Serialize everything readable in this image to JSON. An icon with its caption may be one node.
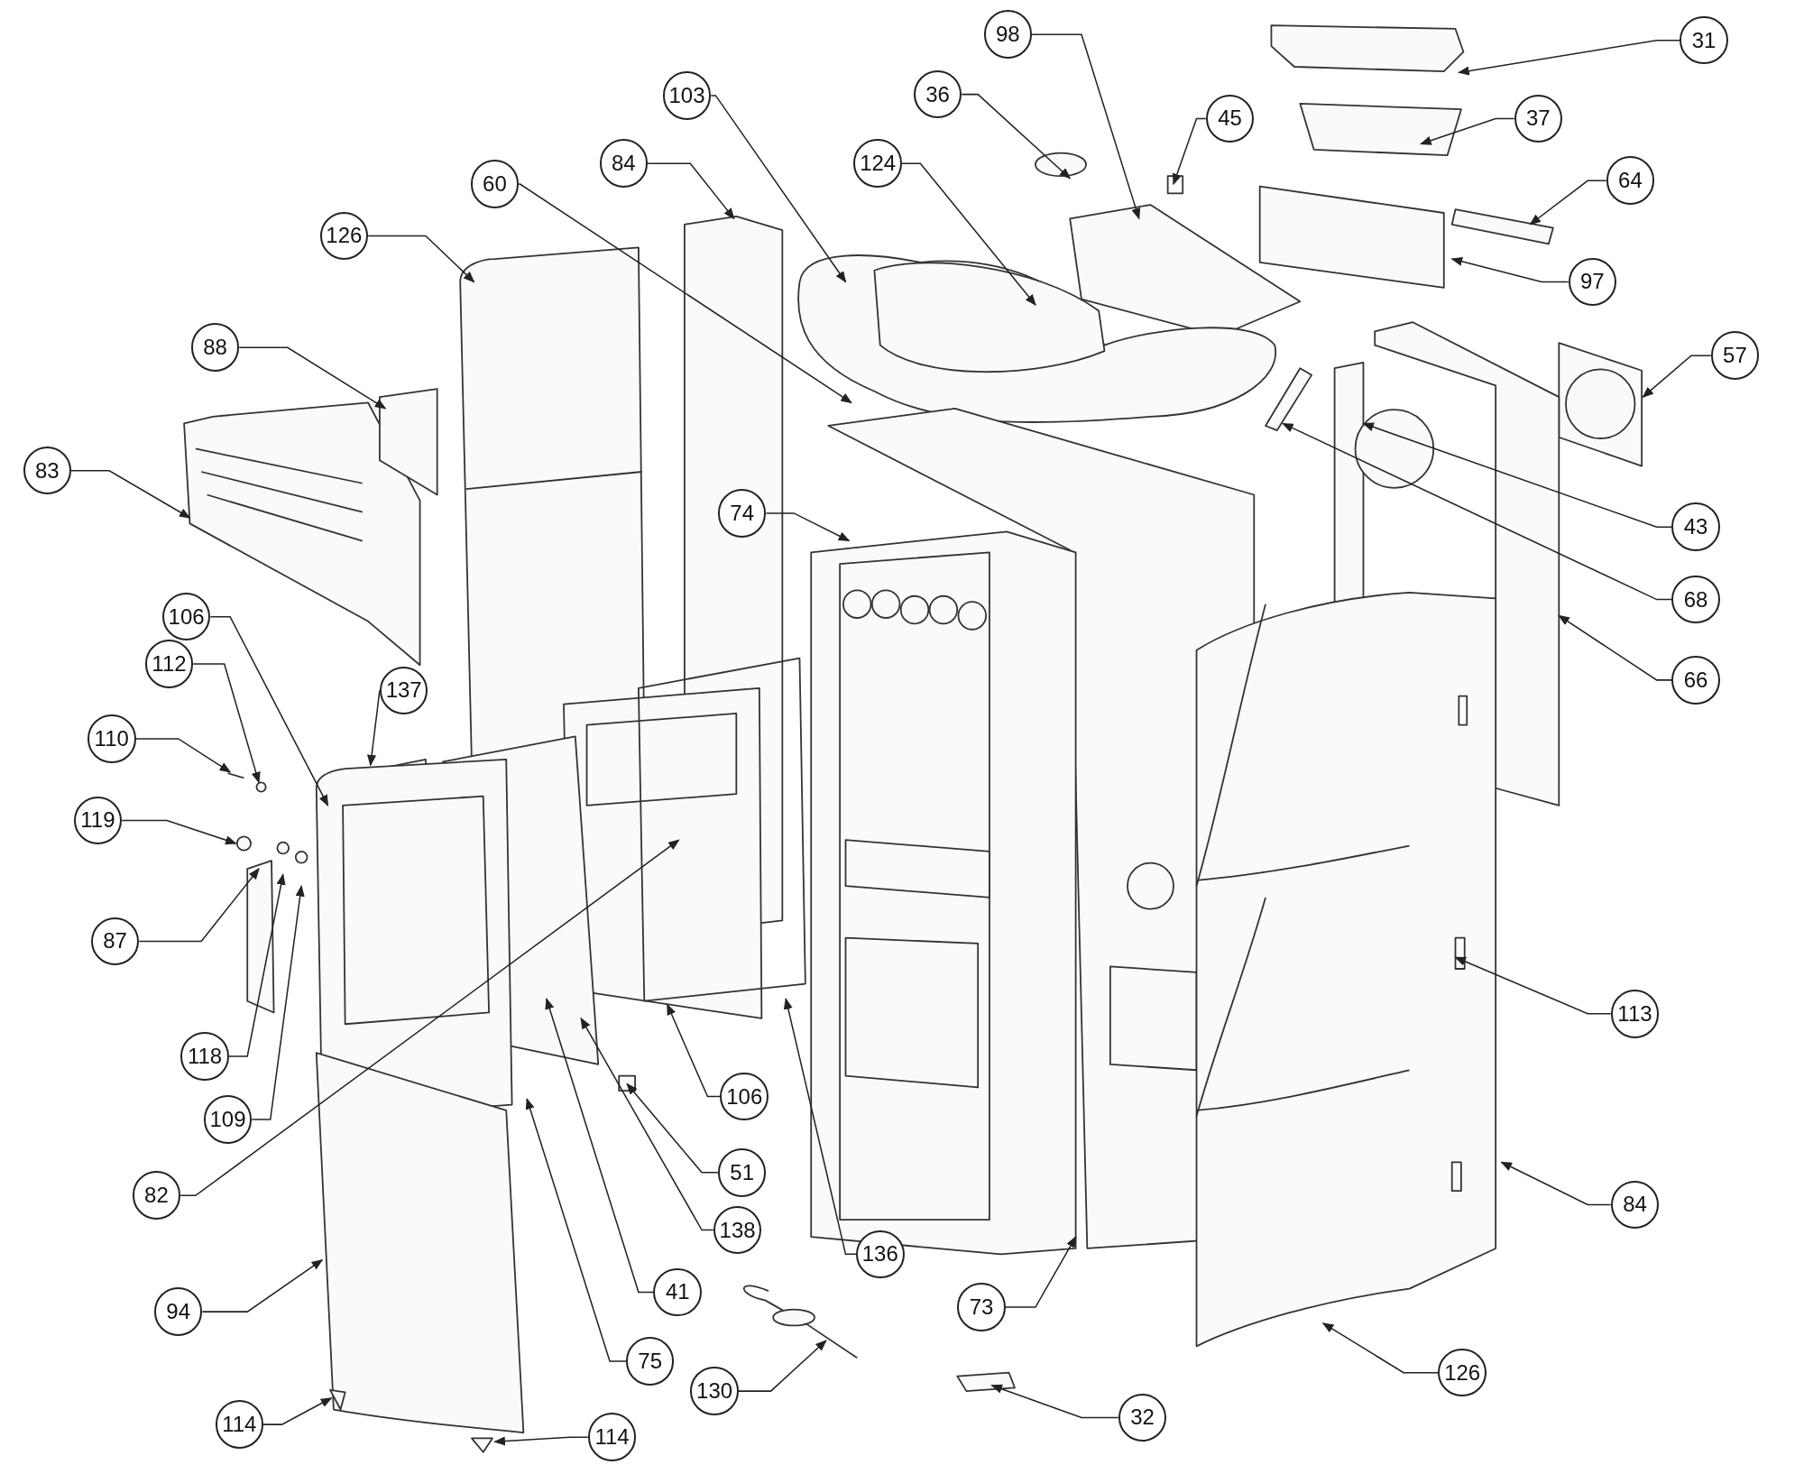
{
  "diagram": {
    "nodes": [
      {
        "text": [
          "98"
        ]
      },
      {
        "text": [
          "31"
        ]
      },
      {
        "text": [
          "36"
        ]
      },
      {
        "text": [
          "103"
        ]
      },
      {
        "text": [
          "45"
        ]
      },
      {
        "text": [
          "37"
        ]
      },
      {
        "text": [
          "84"
        ]
      },
      {
        "text": [
          "124"
        ]
      },
      {
        "text": [
          "64"
        ]
      },
      {
        "text": [
          "60"
        ]
      },
      {
        "text": [
          "126"
        ]
      },
      {
        "text": [
          "97"
        ]
      },
      {
        "text": [
          "88"
        ]
      },
      {
        "text": [
          "57"
        ]
      },
      {
        "text": [
          "83"
        ]
      },
      {
        "text": [
          "74"
        ]
      },
      {
        "text": [
          "43"
        ]
      },
      {
        "text": [
          "68"
        ]
      },
      {
        "text": [
          "66"
        ]
      },
      {
        "text": [
          "106"
        ]
      },
      {
        "text": [
          "112"
        ]
      },
      {
        "text": [
          "137"
        ]
      },
      {
        "text": [
          "110"
        ]
      },
      {
        "text": [
          "119"
        ]
      },
      {
        "text": [
          "87"
        ]
      },
      {
        "text": [
          "113"
        ]
      },
      {
        "text": [
          "118"
        ]
      },
      {
        "text": [
          "106"
        ]
      },
      {
        "text": [
          "109"
        ]
      },
      {
        "text": [
          "51"
        ]
      },
      {
        "text": [
          "82"
        ]
      },
      {
        "text": [
          "84"
        ]
      },
      {
        "text": [
          "138"
        ]
      },
      {
        "text": [
          "136"
        ]
      },
      {
        "text": [
          "94"
        ]
      },
      {
        "text": [
          "73"
        ]
      },
      {
        "text": [
          "41"
        ]
      },
      {
        "text": [
          "126"
        ]
      },
      {
        "text": [
          "75"
        ]
      },
      {
        "text": [
          "130"
        ]
      },
      {
        "text": [
          "114"
        ]
      },
      {
        "text": [
          "32"
        ]
      },
      {
        "text": [
          "114"
        ]
      }
    ],
    "edges": [
      {
        "from": 0,
        "to": null,
        "arrow": "to"
      },
      {
        "from": 1,
        "to": null,
        "arrow": "to"
      },
      {
        "from": 2,
        "to": null,
        "arrow": "to"
      },
      {
        "from": 3,
        "to": null,
        "arrow": "to"
      },
      {
        "from": 4,
        "to": null,
        "arrow": "to"
      },
      {
        "from": 5,
        "to": null,
        "arrow": "to"
      },
      {
        "from": 6,
        "to": null,
        "arrow": "to"
      },
      {
        "from": 7,
        "to": null,
        "arrow": "to"
      },
      {
        "from": 8,
        "to": null,
        "arrow": "to"
      },
      {
        "from": 9,
        "to": null,
        "arrow": "to"
      },
      {
        "from": 10,
        "to": null,
        "arrow": "to"
      },
      {
        "from": 11,
        "to": null,
        "arrow": "to"
      },
      {
        "from": 12,
        "to": null,
        "arrow": "to"
      },
      {
        "from": 13,
        "to": null,
        "arrow": "to"
      },
      {
        "from": 14,
        "to": null,
        "arrow": "to"
      },
      {
        "from": 15,
        "to": null,
        "arrow": "to"
      },
      {
        "from": 16,
        "to": null,
        "arrow": "to"
      },
      {
        "from": 17,
        "to": null,
        "arrow": "to"
      },
      {
        "from": 18,
        "to": null,
        "arrow": "to"
      },
      {
        "from": 19,
        "to": null,
        "arrow": "to"
      },
      {
        "from": 20,
        "to": null,
        "arrow": "to"
      },
      {
        "from": 21,
        "to": null,
        "arrow": "to"
      },
      {
        "from": 22,
        "to": null,
        "arrow": "to"
      },
      {
        "from": 23,
        "to": null,
        "arrow": "to"
      },
      {
        "from": 24,
        "to": null,
        "arrow": "to"
      },
      {
        "from": 25,
        "to": null,
        "arrow": "to"
      },
      {
        "from": 26,
        "to": null,
        "arrow": "to"
      },
      {
        "from": 27,
        "to": null,
        "arrow": "to"
      },
      {
        "from": 28,
        "to": null,
        "arrow": "to"
      },
      {
        "from": 29,
        "to": null,
        "arrow": "to"
      },
      {
        "from": 30,
        "to": null,
        "arrow": "to"
      },
      {
        "from": 31,
        "to": null,
        "arrow": "to"
      },
      {
        "from": 32,
        "to": null,
        "arrow": "to"
      },
      {
        "from": 33,
        "to": null,
        "arrow": "to"
      },
      {
        "from": 34,
        "to": null,
        "arrow": "to"
      },
      {
        "from": 35,
        "to": null,
        "arrow": "to"
      },
      {
        "from": 36,
        "to": null,
        "arrow": "to"
      },
      {
        "from": 37,
        "to": null,
        "arrow": "to"
      },
      {
        "from": 38,
        "to": null,
        "arrow": "to"
      },
      {
        "from": 39,
        "to": null,
        "arrow": "to"
      },
      {
        "from": 40,
        "to": null,
        "arrow": "to"
      },
      {
        "from": 41,
        "to": null,
        "arrow": "to"
      },
      {
        "from": 42,
        "to": null,
        "arrow": "to"
      }
    ]
  }
}
